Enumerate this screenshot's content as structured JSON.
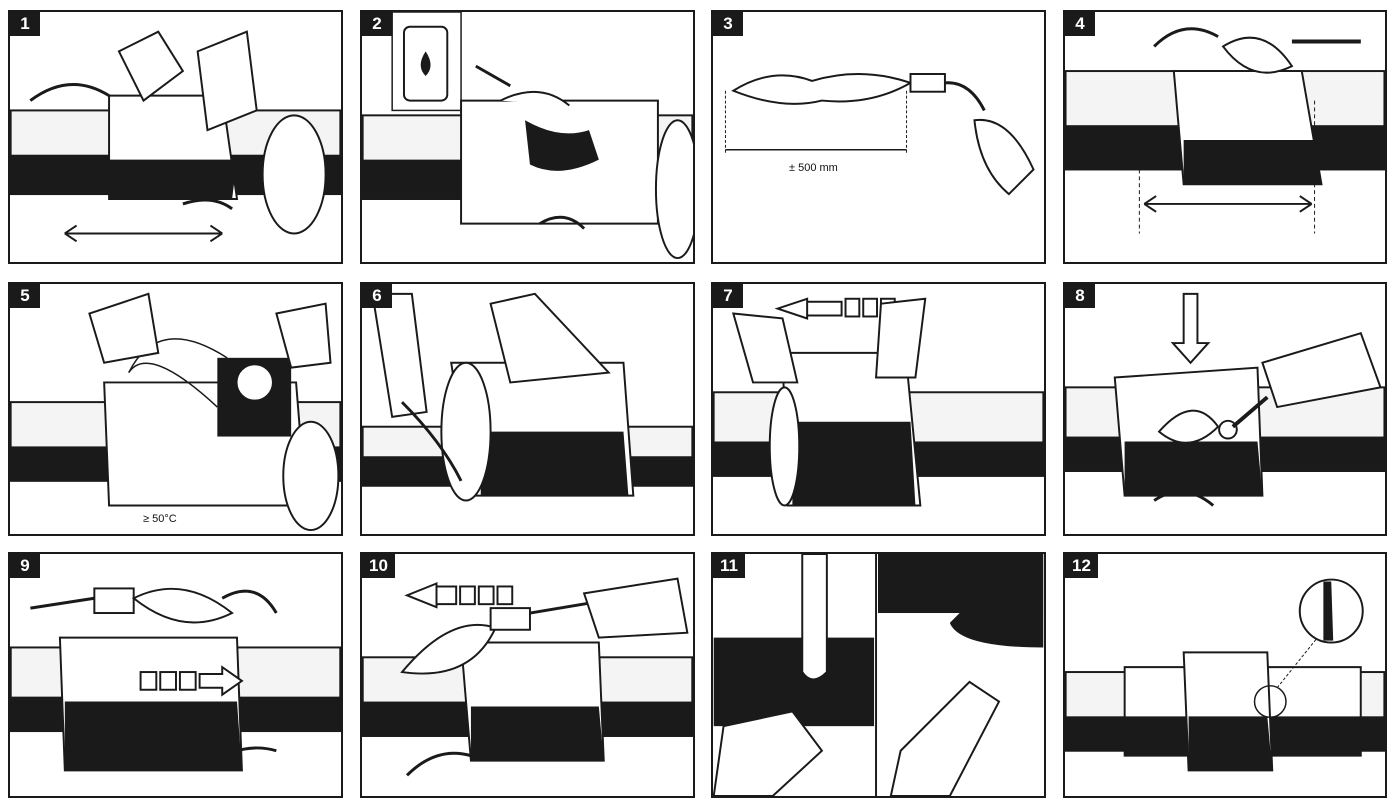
{
  "steps": [
    {
      "number": "1",
      "caption": ""
    },
    {
      "number": "2",
      "caption": ""
    },
    {
      "number": "3",
      "caption": "± 500 mm"
    },
    {
      "number": "4",
      "caption": ""
    },
    {
      "number": "5",
      "caption": "≥ 50°C"
    },
    {
      "number": "6",
      "caption": ""
    },
    {
      "number": "7",
      "caption": ""
    },
    {
      "number": "8",
      "caption": ""
    },
    {
      "number": "9",
      "caption": ""
    },
    {
      "number": "10",
      "caption": ""
    },
    {
      "number": "11",
      "caption": ""
    },
    {
      "number": "12",
      "caption": ""
    }
  ],
  "colors": {
    "ink": "#1a1a1a",
    "paper": "#ffffff",
    "shade": "#e8e8e8"
  }
}
